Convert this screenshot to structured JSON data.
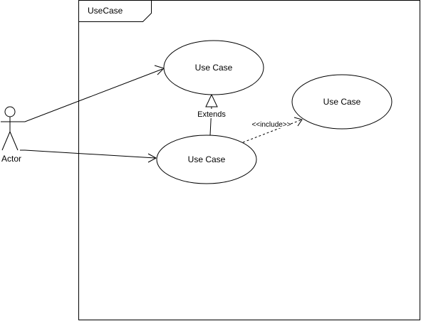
{
  "frame": {
    "title": "UseCase"
  },
  "actor": {
    "label": "Actor"
  },
  "use_cases": [
    {
      "label": "Use Case"
    },
    {
      "label": "Use Case"
    },
    {
      "label": "Use Case"
    }
  ],
  "relations": {
    "extends_label": "Extends",
    "include_label": "<<include>>"
  },
  "colors": {
    "stroke": "#000000",
    "fill": "#ffffff"
  }
}
